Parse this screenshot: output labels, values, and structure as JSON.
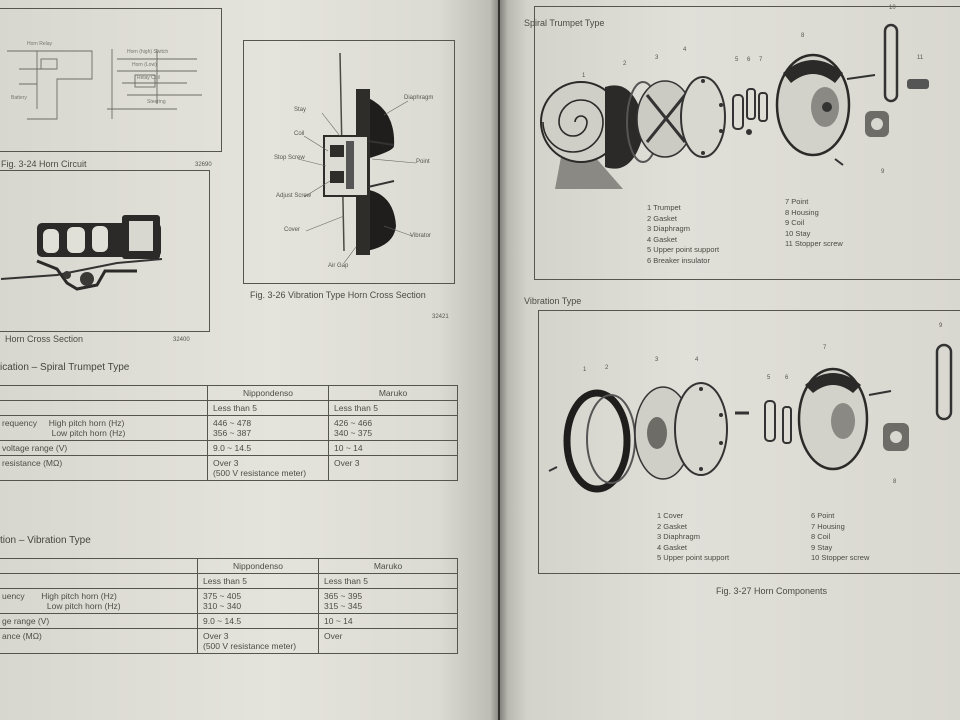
{
  "left_page": {
    "circuit_figure": {
      "caption": "Fig. 3-24  Horn Circuit",
      "ref": "32690"
    },
    "crosssection_figure": {
      "caption": "Horn Cross Section",
      "ref": "32400"
    },
    "vibration_crosssection": {
      "caption": "Fig. 3-26  Vibration Type Horn Cross Section",
      "ref": "32421",
      "labels": [
        "Stay",
        "Coil",
        "Stop Screw",
        "Adjust Screw",
        "Cover",
        "Air Gap",
        "Diaphragm",
        "Point",
        "Vibrator"
      ]
    },
    "spiral_section": {
      "heading": "ication  –  Spiral Trumpet Type",
      "headers": [
        "",
        "Nippondenso",
        "Maruko"
      ],
      "rows": [
        {
          "label": "",
          "sub": "",
          "values": [
            "Less than 5",
            "Less than 5"
          ]
        },
        {
          "label": "requency",
          "sub": "High pitch horn (Hz)",
          "values": [
            "446 ~ 478",
            "426 ~ 466"
          ]
        },
        {
          "label": "",
          "sub": "Low pitch horn (Hz)",
          "values": [
            "356 ~ 387",
            "340 ~ 375"
          ]
        },
        {
          "label": "voltage range (V)",
          "sub": "",
          "values": [
            "9.0 ~ 14.5",
            "10 ~ 14"
          ]
        },
        {
          "label": "resistance (MΩ)",
          "sub": "",
          "values": [
            "Over 3\n(500 V resistance meter)",
            "Over 3"
          ]
        }
      ]
    },
    "vibration_section": {
      "heading": "tion  –  Vibration Type",
      "headers": [
        "",
        "Nippondenso",
        "Maruko"
      ],
      "rows": [
        {
          "label": "",
          "sub": "",
          "values": [
            "Less than 5",
            "Less than 5"
          ]
        },
        {
          "label": "uency",
          "sub": "High pitch horn (Hz)",
          "values": [
            "375 ~ 405",
            "365 ~ 395"
          ]
        },
        {
          "label": "",
          "sub": "Low pitch horn (Hz)",
          "values": [
            "310 ~ 340",
            "315 ~ 345"
          ]
        },
        {
          "label": "ge range (V)",
          "sub": "",
          "values": [
            "9.0 ~ 14.5",
            "10 ~ 14"
          ]
        },
        {
          "label": "ance (MΩ)",
          "sub": "",
          "values": [
            "Over 3\n(500 V resistance meter)",
            "Over"
          ]
        }
      ]
    }
  },
  "right_page": {
    "spiral_figure": {
      "title": "Spiral Trumpet Type",
      "legend_left": [
        "1  Trumpet",
        "2  Gasket",
        "3  Diaphragm",
        "4  Gasket",
        "5  Upper point support",
        "6  Breaker insulator"
      ],
      "legend_right": [
        "7  Point",
        "8  Housing",
        "9  Coil",
        "10  Stay",
        "11  Stopper screw"
      ],
      "numbers": [
        "1",
        "2",
        "3",
        "4",
        "5",
        "6",
        "7",
        "8",
        "9",
        "10",
        "11"
      ]
    },
    "vibration_figure": {
      "title": "Vibration Type",
      "legend_left": [
        "1  Cover",
        "2  Gasket",
        "3  Diaphragm",
        "4  Gasket",
        "5  Upper point support"
      ],
      "legend_right": [
        "6  Point",
        "7  Housing",
        "8  Coil",
        "9  Stay",
        "10  Stopper screw"
      ],
      "numbers": [
        "1",
        "2",
        "3",
        "4",
        "5",
        "6",
        "7",
        "8",
        "9"
      ]
    },
    "figure_caption": "Fig. 3-27  Horn Components"
  }
}
